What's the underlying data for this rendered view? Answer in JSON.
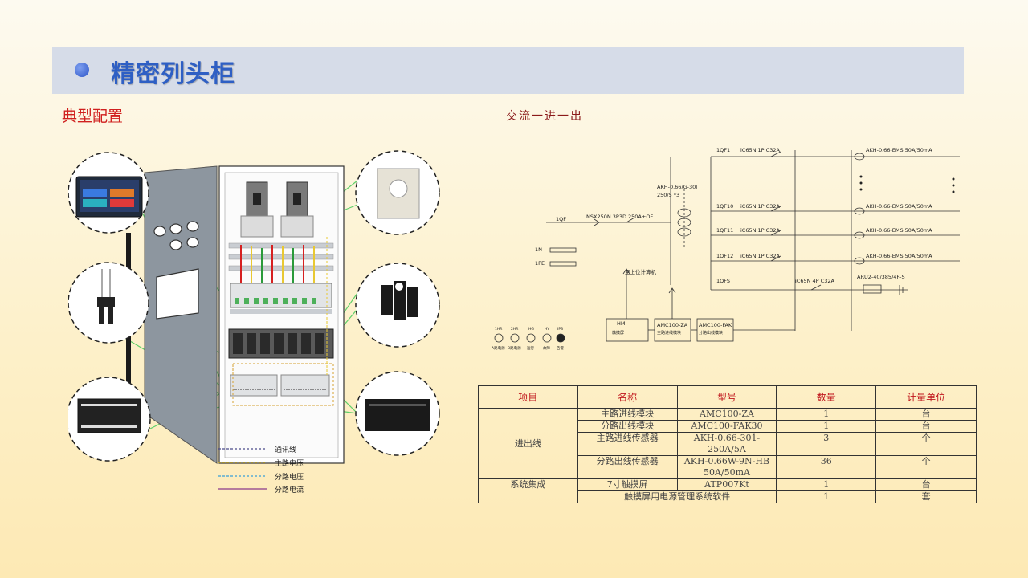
{
  "header": {
    "title": "精密列头柜"
  },
  "left": {
    "subtitle": "典型配置"
  },
  "right": {
    "subtitle": "交流一进一出"
  },
  "legend": [
    {
      "label": "通讯线",
      "color": "#4a4a8a"
    },
    {
      "label": "主路电压",
      "color": "#e8c832"
    },
    {
      "label": "分路电压",
      "color": "#3aa0d8"
    },
    {
      "label": "分路电流",
      "color": "#8a3a8a"
    }
  ],
  "schematic": {
    "incoming": "1QF",
    "main_breaker": "NSX250N 3P3D 250A+OF",
    "sensor": "AKH-0.66/G-30I",
    "sensor_ratio": "250/5 *3",
    "branches": [
      {
        "id": "1QF1",
        "breaker": "iC65N 1P C32A",
        "sensor": "AKH-0.66-EMS 50A/50mA"
      },
      {
        "id": "1QF10",
        "breaker": "iC65N 1P C32A",
        "sensor": "AKH-0.66-EMS 50A/50mA"
      },
      {
        "id": "1QF11",
        "breaker": "iC65N 1P C32A",
        "sensor": "AKH-0.66-EMS 50A/50mA"
      },
      {
        "id": "1QF12",
        "breaker": "iC65N 1P C32A",
        "sensor": "AKH-0.66-EMS 50A/50mA"
      }
    ],
    "spd_branch": {
      "id": "1QFS",
      "breaker": "iC65N 4P C32A",
      "device": "ARU2-40/385/4P-S"
    },
    "n_bar": "1N",
    "pe_bar": "1PE",
    "upper_pc": "至上位计算机",
    "hmi": "HMI",
    "hmi_sub": "触摸屏",
    "amc_za": "AMC100-ZA",
    "amc_za_sub": "主路进线模块",
    "amc_fak": "AMC100-FAK",
    "amc_fak_sub": "分路出线模块",
    "indicators": [
      {
        "code": "1HR",
        "label": "A路电源"
      },
      {
        "code": "2HR",
        "label": "B路电源"
      },
      {
        "code": "HG",
        "label": "运行"
      },
      {
        "code": "HY",
        "label": "故障"
      },
      {
        "code": "IPB",
        "label": "告警"
      }
    ]
  },
  "table": {
    "headers": [
      "项目",
      "名称",
      "型号",
      "数量",
      "计量单位"
    ],
    "groups": [
      {
        "category": "进出线",
        "rows": [
          {
            "name": "主路进线模块",
            "model": "AMC100-ZA",
            "qty": "1",
            "unit": "台"
          },
          {
            "name": "分路出线模块",
            "model": "AMC100-FAK30",
            "qty": "1",
            "unit": "台"
          },
          {
            "name": "主路进线传感器",
            "model": "AKH-0.66-301-250A/5A",
            "qty": "3",
            "unit": "个"
          },
          {
            "name": "分路出线传感器",
            "model": "AKH-0.66W-9N-HB 50A/50mA",
            "qty": "36",
            "unit": "个"
          }
        ]
      },
      {
        "category": "系统集成",
        "rows": [
          {
            "name": "7寸触摸屏",
            "model": "ATP007Kt",
            "qty": "1",
            "unit": "台"
          },
          {
            "name": "触摸屏用电源管理系统软件",
            "model": "",
            "qty": "1",
            "unit": "套"
          }
        ]
      }
    ]
  }
}
